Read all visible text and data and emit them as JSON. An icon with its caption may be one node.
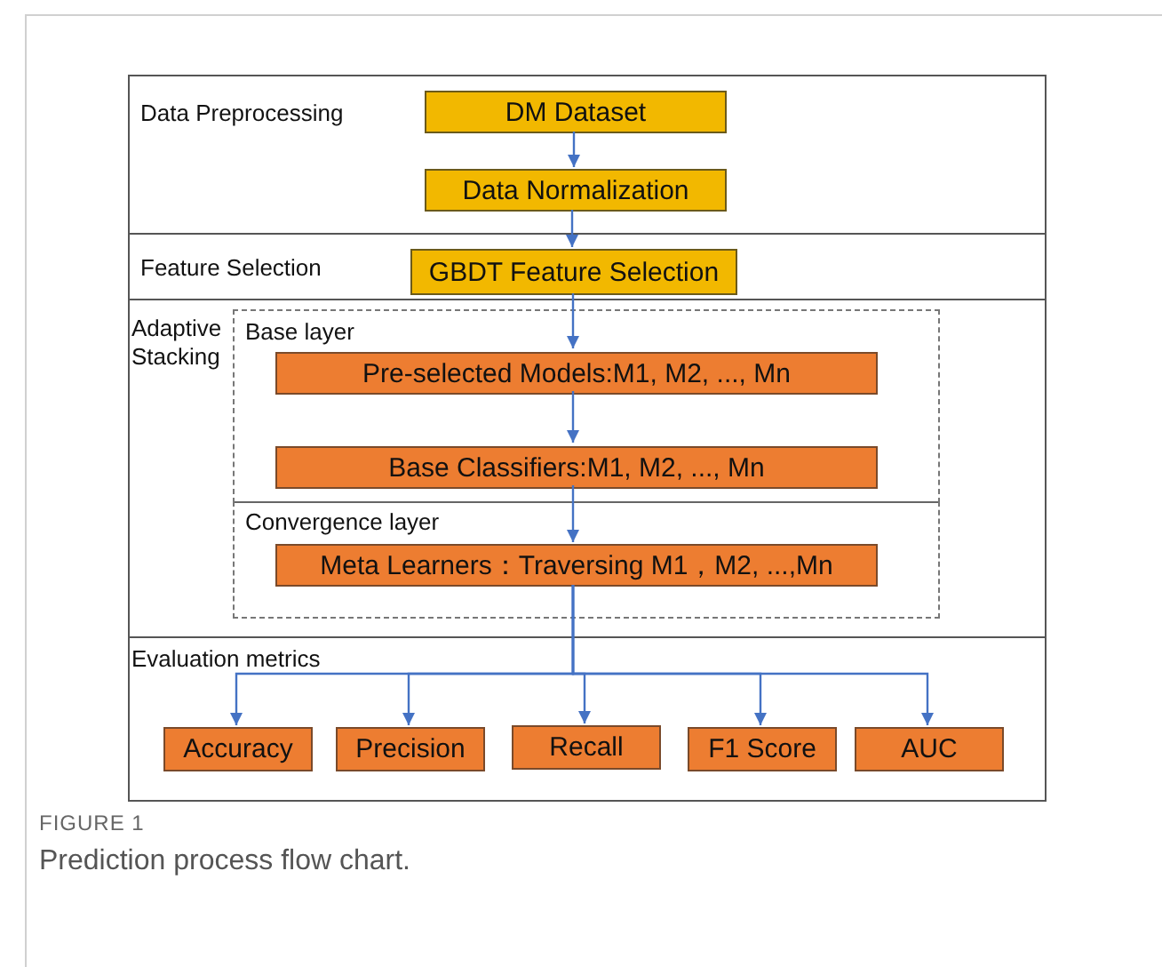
{
  "diagram": {
    "caption": "Prediction process flow chart.",
    "nodes": [
      {
        "text": [
          "Data Preprocessing"
        ]
      },
      {
        "text": [
          "DM Dataset"
        ],
        "in": 0
      },
      {
        "text": [
          "Data Normalization"
        ],
        "in": 0
      },
      {
        "text": [
          "Feature Selection"
        ]
      },
      {
        "text": [
          "GBDT Feature Selection"
        ],
        "in": 3
      },
      {
        "text": [
          "Adaptive Stacking"
        ]
      },
      {
        "text": [
          "Base layer"
        ],
        "in": 5
      },
      {
        "text": [
          "Pre-selected Models:M1, M2, ..., Mn"
        ],
        "in": 6
      },
      {
        "text": [
          "Base Classifiers:M1, M2, ..., Mn"
        ],
        "in": 6
      },
      {
        "text": [
          "Convergence layer"
        ],
        "in": 5
      },
      {
        "text": [
          "Meta Learners：Traversing M1，M2, ...,Mn"
        ],
        "in": 9
      },
      {
        "text": [
          "Evaluation metrics"
        ]
      },
      {
        "text": [
          "Accuracy"
        ],
        "in": 11
      },
      {
        "text": [
          "Precision"
        ],
        "in": 11
      },
      {
        "text": [
          "Recall"
        ],
        "in": 11
      },
      {
        "text": [
          "F1 Score"
        ],
        "in": 11
      },
      {
        "text": [
          "AUC"
        ],
        "in": 11
      }
    ],
    "edges": [
      {
        "from": 1,
        "to": 2,
        "arrow": "to"
      },
      {
        "from": 2,
        "to": 4,
        "arrow": "to"
      },
      {
        "from": 4,
        "to": 7,
        "arrow": "to"
      },
      {
        "from": 7,
        "to": 8,
        "arrow": "to"
      },
      {
        "from": 8,
        "to": 10,
        "arrow": "to"
      },
      {
        "from": 10,
        "to": 12,
        "arrow": "to"
      },
      {
        "from": 10,
        "to": 13,
        "arrow": "to"
      },
      {
        "from": 10,
        "to": 14,
        "arrow": "to"
      },
      {
        "from": 10,
        "to": 15,
        "arrow": "to"
      },
      {
        "from": 10,
        "to": 16,
        "arrow": "to"
      }
    ],
    "labels": [
      "FIGURE 1"
    ]
  }
}
